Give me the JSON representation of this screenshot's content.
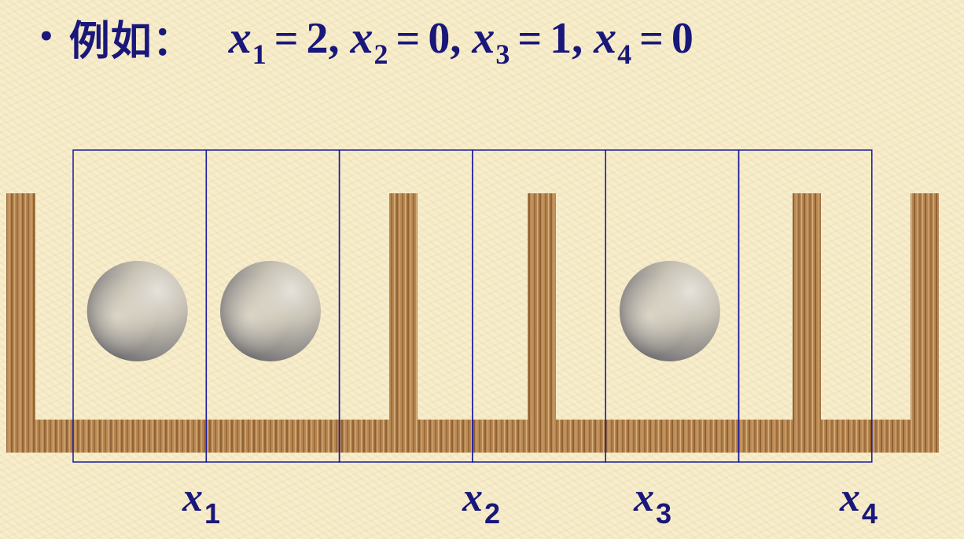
{
  "slide": {
    "bullet": "•",
    "lead_text": "例如：",
    "equation": [
      {
        "var": "x",
        "sub": "1",
        "eq": "=",
        "value": "2",
        "sep": ","
      },
      {
        "var": "x",
        "sub": "2",
        "eq": "=",
        "value": "0",
        "sep": ","
      },
      {
        "var": "x",
        "sub": "3",
        "eq": "=",
        "value": "1",
        "sep": ","
      },
      {
        "var": "x",
        "sub": "4",
        "eq": "=",
        "value": "0",
        "sep": ""
      }
    ]
  },
  "diagram": {
    "slot_count": 6,
    "slot_contents": [
      "ball",
      "ball",
      "empty",
      "empty",
      "ball",
      "empty"
    ],
    "labels": [
      {
        "var": "x",
        "sub": "1"
      },
      {
        "var": "x",
        "sub": "2"
      },
      {
        "var": "x",
        "sub": "3"
      },
      {
        "var": "x",
        "sub": "4"
      }
    ]
  },
  "colors": {
    "text": "#19177a",
    "slot_outline": "#1a1aa0",
    "wood": "#b88853",
    "background": "#f7ecc8"
  }
}
